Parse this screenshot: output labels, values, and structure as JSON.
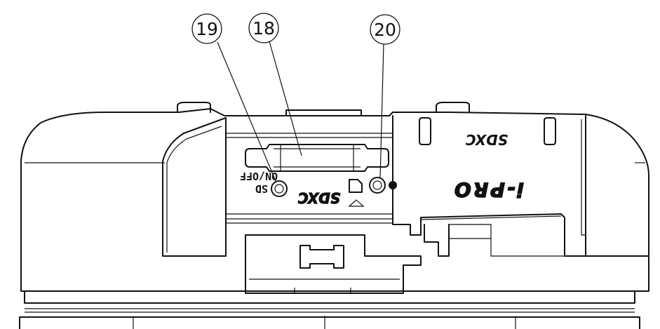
{
  "callouts": [
    {
      "label": "19"
    },
    {
      "label": "18"
    },
    {
      "label": "20"
    }
  ],
  "sd_switch": {
    "line1": "SD",
    "line2": "ON/OFF"
  },
  "sdxc_logo_text": "SDXC",
  "brand_logo_text": "i-PRO"
}
